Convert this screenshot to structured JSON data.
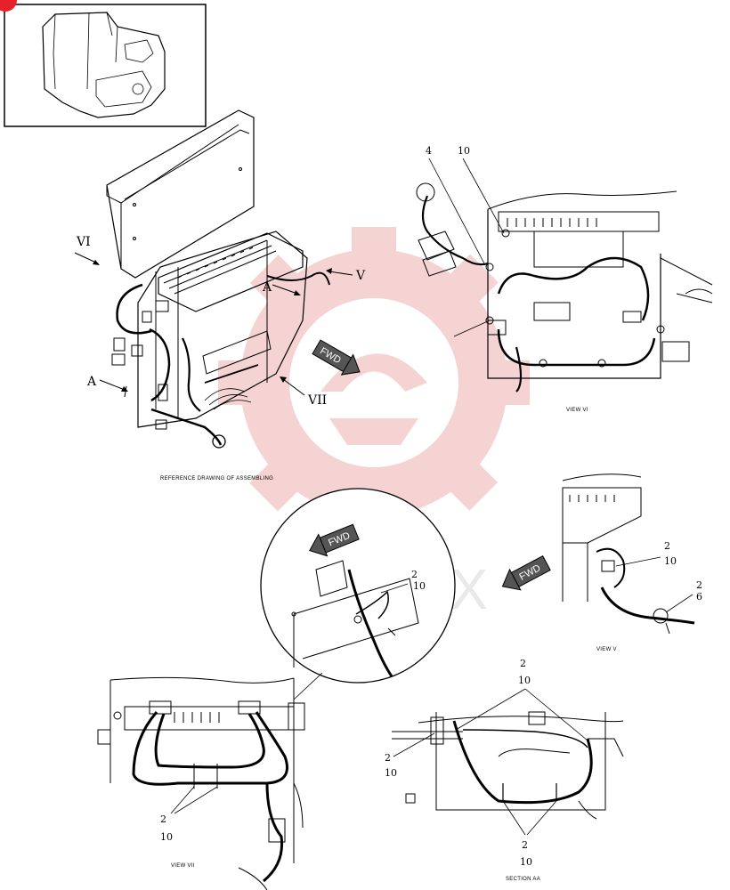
{
  "badge": {
    "color": "#e8202a"
  },
  "watermark": {
    "text": "VIMTEX",
    "gear_color": "#f0b0b0"
  },
  "main_view": {
    "caption": "REFERENCE DRAWING OF ASSEMBLING",
    "label_vi": "VI",
    "label_v": "V",
    "label_vii": "VII",
    "label_a_left": "A",
    "label_a_top": "A",
    "fwd": "FWD"
  },
  "view_vi": {
    "caption": "VIEW VI",
    "callout_4": "4",
    "callout_10": "10"
  },
  "detail_circle": {
    "fwd": "FWD",
    "callout_top": "2",
    "callout_bottom": "10"
  },
  "view_v": {
    "caption": "VIEW V",
    "fwd": "FWD",
    "callout_a_top": "2",
    "callout_a_bottom": "10",
    "callout_b_top": "2",
    "callout_b_bottom": "6"
  },
  "view_vii": {
    "caption": "VIEW VII",
    "callout_top": "2",
    "callout_bottom": "10"
  },
  "section_aa": {
    "caption": "SECTION AA",
    "callout_top_1": "2",
    "callout_top_2": "10",
    "callout_left_1": "2",
    "callout_left_2": "10",
    "callout_bottom_1": "2",
    "callout_bottom_2": "10"
  }
}
